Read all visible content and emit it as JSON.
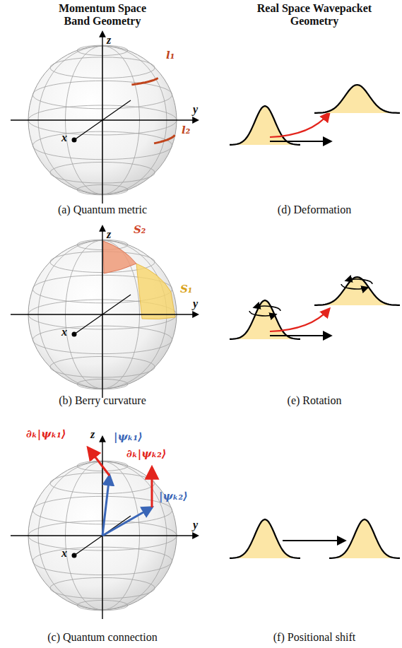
{
  "diagram": {
    "labels": [
      "Momentum Space Band Geometry",
      "Real Space Wavepacket Geometry",
      "(a) Quantum metric",
      "(d) Deformation",
      "(b) Berry curvature",
      "(e) Rotation",
      "(c) Quantum connection",
      "(f) Positional shift",
      "z",
      "y",
      "x",
      "l₁",
      "l₂",
      "z",
      "y",
      "x",
      "S₂",
      "S₁",
      "z",
      "∂ₖ|ψₖ₁⟩",
      "|ψₖ₁⟩",
      "∂ₖ|ψₖ₂⟩",
      "|ψₖ₂⟩",
      "y",
      "x"
    ]
  }
}
